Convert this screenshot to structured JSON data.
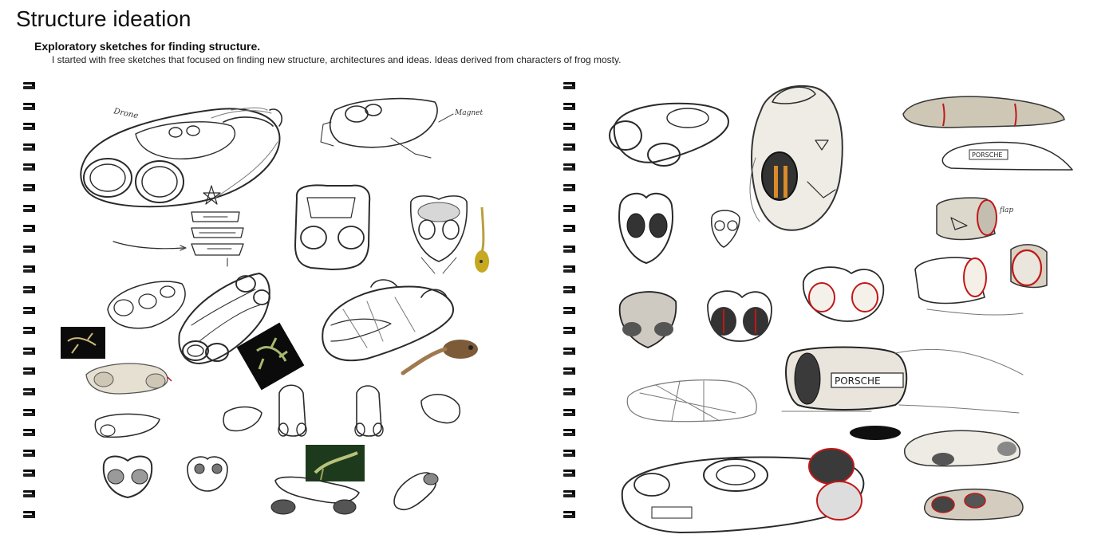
{
  "header": {
    "title": "Structure ideation",
    "subtitle": "Exploratory sketches for finding structure.",
    "description": "I started with free sketches that focused on finding new structure, architectures and ideas. Ideas derived from characters of frog mosty."
  },
  "sketch_notes": {
    "drone": "Drone",
    "magnet": "Magnet",
    "flap": "flap",
    "brand_main": "PORSCHE",
    "brand_small": "PORSCHE"
  },
  "colors": {
    "ink": "#2a2a2a",
    "accent_red": "#c01818",
    "marker_beige": "#c9c3b4",
    "photo_dark": "#0b0b0b"
  }
}
